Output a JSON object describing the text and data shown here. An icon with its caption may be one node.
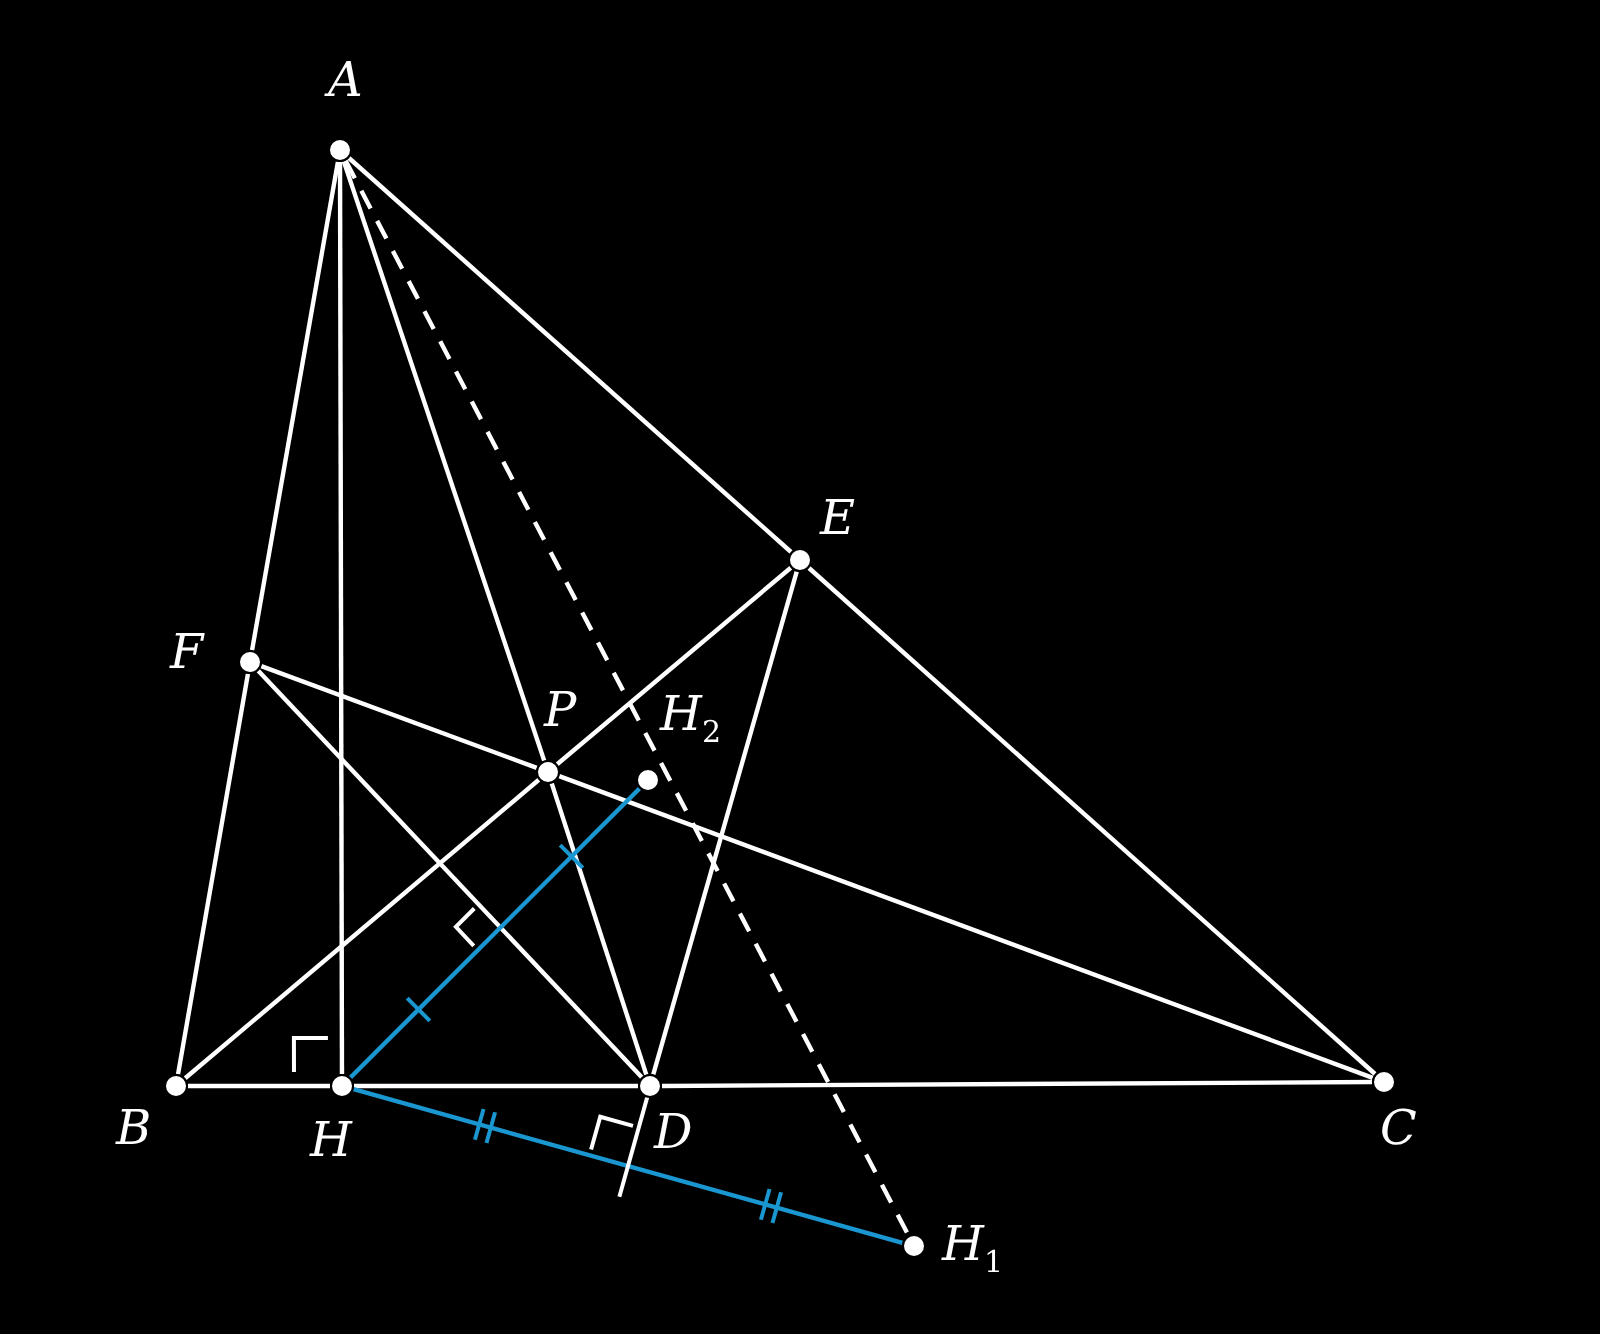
{
  "diagram": {
    "nodes": [
      {
        "text": [
          "A"
        ]
      },
      {
        "text": [
          "B"
        ]
      },
      {
        "text": [
          "C"
        ]
      },
      {
        "text": [
          "D"
        ]
      },
      {
        "text": [
          "E"
        ]
      },
      {
        "text": [
          "F"
        ]
      },
      {
        "text": [
          "H"
        ]
      },
      {
        "text": [
          "P"
        ]
      },
      {
        "text": [
          "H$_{1}$"
        ]
      },
      {
        "text": [
          "H$_{2}$"
        ]
      }
    ],
    "edges": [
      {
        "from": 0,
        "to": 5,
        "arrow": "none"
      },
      {
        "from": 5,
        "to": 1,
        "arrow": "none"
      },
      {
        "from": 0,
        "to": 4,
        "arrow": "none"
      },
      {
        "from": 4,
        "to": 2,
        "arrow": "none"
      },
      {
        "from": 1,
        "to": 6,
        "arrow": "none"
      },
      {
        "from": 6,
        "to": 3,
        "arrow": "none"
      },
      {
        "from": 3,
        "to": 2,
        "arrow": "none"
      },
      {
        "from": 0,
        "to": 6,
        "arrow": "none"
      },
      {
        "from": 0,
        "to": 7,
        "arrow": "none"
      },
      {
        "from": 7,
        "to": 3,
        "arrow": "none"
      },
      {
        "from": 1,
        "to": 7,
        "arrow": "none"
      },
      {
        "from": 7,
        "to": 4,
        "arrow": "none"
      },
      {
        "from": 5,
        "to": 7,
        "arrow": "none"
      },
      {
        "from": 7,
        "to": 2,
        "arrow": "none"
      },
      {
        "from": 5,
        "to": 3,
        "arrow": "none"
      },
      {
        "from": 4,
        "to": 3,
        "arrow": "none"
      },
      {
        "from": 0,
        "to": 8,
        "arrow": "none",
        "style": "dashed"
      },
      {
        "from": 6,
        "to": 9,
        "arrow": "none",
        "color": "#1a96d0"
      },
      {
        "from": 6,
        "to": 8,
        "arrow": "none",
        "color": "#1a96d0"
      }
    ]
  }
}
